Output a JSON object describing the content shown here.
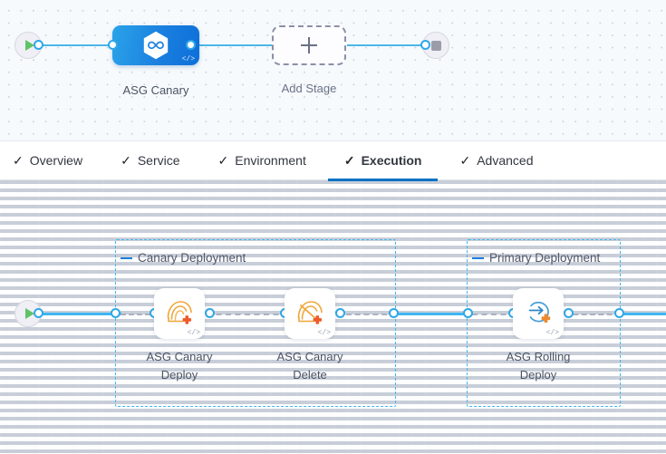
{
  "stage_canvas": {
    "start_node": {
      "name": "start-node",
      "icon": "play-icon"
    },
    "end_node": {
      "name": "end-node",
      "icon": "stop-icon"
    },
    "stage": {
      "label": "ASG Canary",
      "icon": "infinity-hexagon-icon",
      "code_glyph": "</>",
      "color": "#1b7fe0"
    },
    "add_stage": {
      "label": "Add Stage",
      "icon": "plus-icon"
    }
  },
  "tabs": [
    {
      "label": "Overview",
      "icon": "check-icon",
      "active": false
    },
    {
      "label": "Service",
      "icon": "check-icon",
      "active": false
    },
    {
      "label": "Environment",
      "icon": "check-icon",
      "active": false
    },
    {
      "label": "Execution",
      "icon": "check-icon",
      "active": true
    },
    {
      "label": "Advanced",
      "icon": "check-icon",
      "active": false
    }
  ],
  "active_tab": "Execution",
  "execution": {
    "start_node": {
      "name": "execution-start-node",
      "icon": "play-icon"
    },
    "groups": [
      {
        "title": "Canary Deployment",
        "collapse_icon": "minus-icon",
        "steps": [
          {
            "label_line1": "ASG Canary",
            "label_line2": "Deploy",
            "icon": "asg-canary-deploy-icon",
            "code_glyph": "</>"
          },
          {
            "label_line1": "ASG Canary",
            "label_line2": "Delete",
            "icon": "asg-canary-delete-icon",
            "code_glyph": "</>"
          }
        ]
      },
      {
        "title": "Primary Deployment",
        "collapse_icon": "minus-icon",
        "steps": [
          {
            "label_line1": "ASG Rolling",
            "label_line2": "Deploy",
            "icon": "asg-rolling-deploy-icon",
            "code_glyph": "</>"
          }
        ]
      }
    ]
  },
  "colors": {
    "accent_blue": "#3fb6f0",
    "stage_blue": "#1b7fe0",
    "tab_underline": "#0b72c4",
    "aws_orange": "#ef8b2c",
    "aws_orange_dark": "#ef5a28",
    "play_green": "#5fc368",
    "stop_gray": "#9b9baa"
  }
}
